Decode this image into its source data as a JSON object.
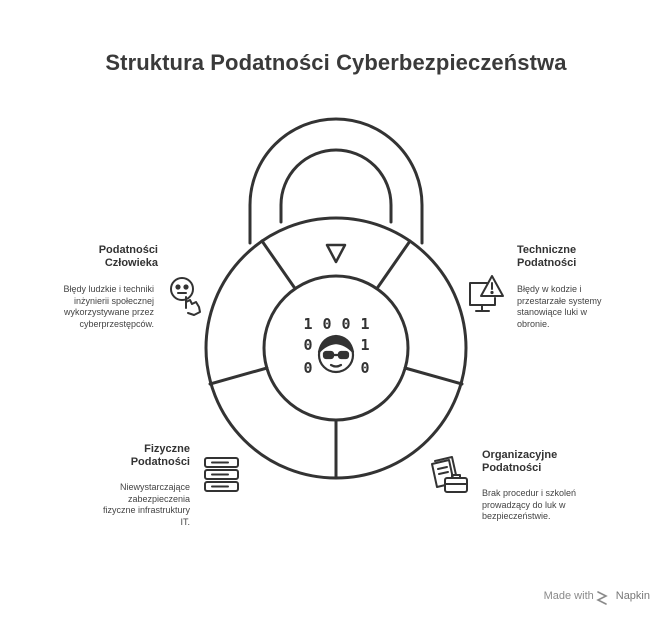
{
  "title": "Struktura Podatności Cyberbezpieczeństwa",
  "center_icon": {
    "digits": [
      "1",
      "0",
      "0",
      "1",
      "0",
      "1",
      "1",
      "0",
      "1",
      "0"
    ],
    "icon": "hacker-icon"
  },
  "segments": {
    "human": {
      "heading_lines": [
        "Podatności",
        "Człowieka"
      ],
      "desc_lines": [
        "Błędy ludzkie i techniki",
        "inżynierii społecznej",
        "wykorzystywane przez",
        "cyberprzestępców."
      ],
      "icon": "social-engineering-icon"
    },
    "technical": {
      "heading_lines": [
        "Techniczne",
        "Podatności"
      ],
      "desc_lines": [
        "Błędy w kodzie i",
        "przestarzałe systemy",
        "stanowiące luki w",
        "obronie."
      ],
      "icon": "monitor-warning-icon"
    },
    "physical": {
      "heading_lines": [
        "Fizyczne",
        "Podatności"
      ],
      "desc_lines": [
        "Niewystarczające",
        "zabezpieczenia",
        "fizyczne infrastruktury",
        "IT."
      ],
      "icon": "server-stack-icon"
    },
    "organizational": {
      "heading_lines": [
        "Organizacyjne",
        "Podatności"
      ],
      "desc_lines": [
        "Brak procedur i szkoleń",
        "prowadzący do luk w",
        "bezpieczeństwie."
      ],
      "icon": "documents-briefcase-icon"
    }
  },
  "watermark": {
    "prefix": "Made with",
    "brand": "Napkin"
  },
  "colors": {
    "stroke": "#333333",
    "text": "#333333",
    "watermark": "#8a8a8a",
    "background": "#ffffff"
  }
}
